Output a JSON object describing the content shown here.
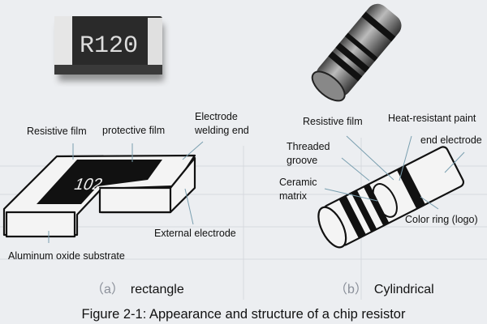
{
  "photos": {
    "chip_marking": "R120"
  },
  "figure_a": {
    "labels": {
      "resistive_film": "Resistive film",
      "protective_film": "protective film",
      "electrode_welding_end_line1": "Electrode",
      "electrode_welding_end_line2": "welding end",
      "external_electrode": "External electrode",
      "substrate": "Aluminum oxide substrate"
    },
    "chip_marking": "102",
    "index": "（a）",
    "name": "rectangle"
  },
  "figure_b": {
    "labels": {
      "resistive_film": "Resistive film",
      "heat_resistant_paint": "Heat-resistant paint",
      "threaded_groove_line1": "Threaded",
      "threaded_groove_line2": "groove",
      "end_electrode": "end electrode",
      "ceramic_matrix_line1": "Ceramic",
      "ceramic_matrix_line2": "matrix",
      "color_ring": "Color ring (logo)"
    },
    "index": "（b）",
    "name": "Cylindrical"
  },
  "caption": "Figure 2-1: Appearance and structure of a chip resistor"
}
